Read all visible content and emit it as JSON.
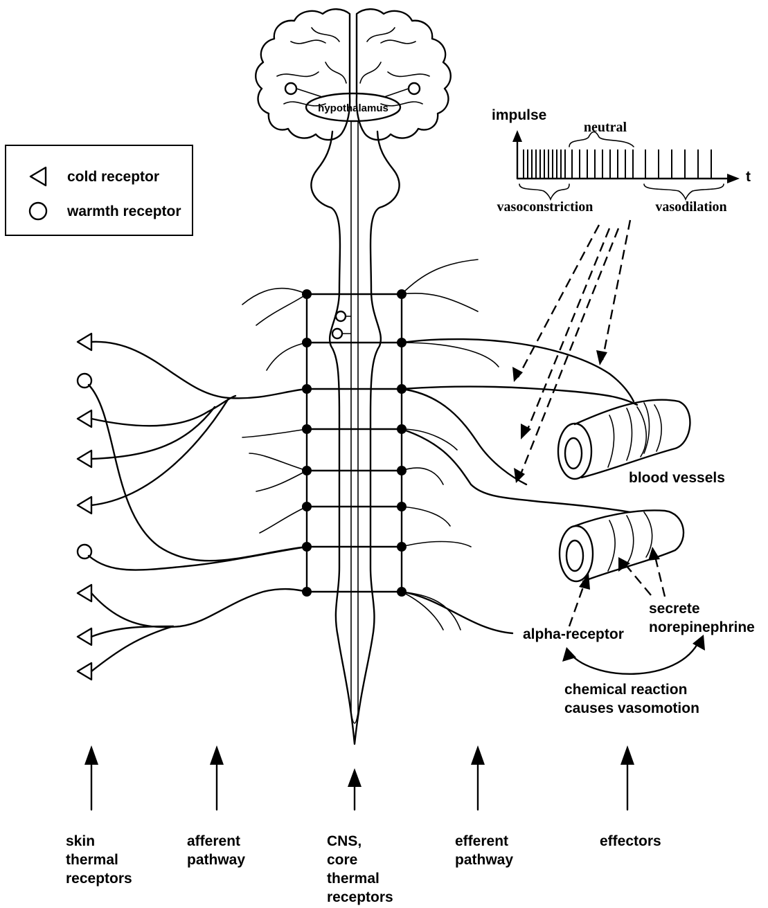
{
  "legend": {
    "cold_label": "cold receptor",
    "warm_label": "warmth receptor"
  },
  "brain": {
    "hypothalamus_label": "hypothalamus"
  },
  "pulse_chart": {
    "y_label": "impulse",
    "x_label": "t",
    "neutral_label": "neutral",
    "vasoconstriction_label": "vasoconstriction",
    "vasodilation_label": "vasodilation"
  },
  "effectors": {
    "blood_vessels_label": "blood vessels",
    "alpha_label": "alpha-receptor",
    "secrete_line1": "secrete",
    "secrete_line2": "norepinephrine",
    "reaction_line1": "chemical reaction",
    "reaction_line2": "causes vasomotion"
  },
  "columns": [
    {
      "lines": [
        "skin",
        "thermal",
        "receptors"
      ]
    },
    {
      "lines": [
        "afferent",
        "pathway"
      ]
    },
    {
      "lines": [
        "CNS,",
        "core",
        "thermal",
        "receptors"
      ]
    },
    {
      "lines": [
        "efferent",
        "pathway"
      ]
    },
    {
      "lines": [
        "effectors"
      ]
    }
  ]
}
